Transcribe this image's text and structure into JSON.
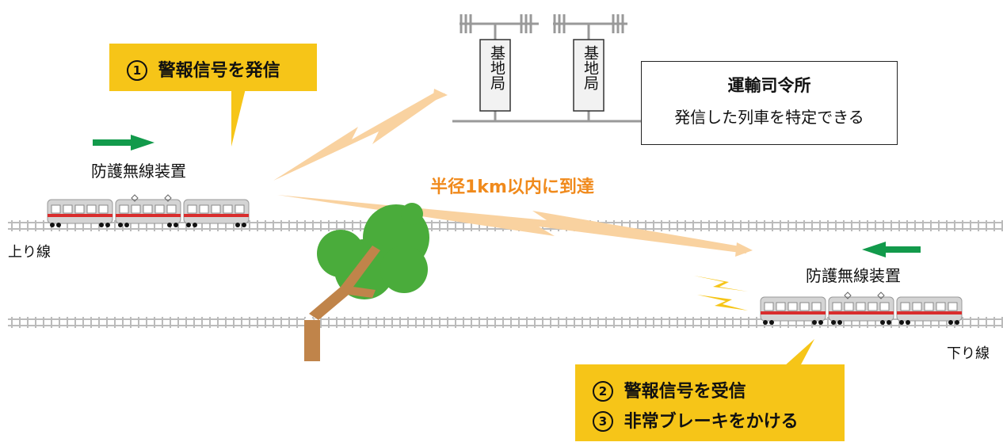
{
  "callouts": {
    "send": {
      "number": "①",
      "text": "警報信号を発信"
    },
    "receive": {
      "number": "②",
      "text": "警報信号を受信"
    },
    "brake": {
      "number": "③",
      "text": "非常ブレーキをかける"
    }
  },
  "devices": {
    "left_label": "防護無線装置",
    "right_label": "防護無線装置"
  },
  "tracks": {
    "up_label": "上り線",
    "down_label": "下り線"
  },
  "base_stations": [
    {
      "label": "基地局"
    },
    {
      "label": "基地局"
    }
  ],
  "headquarters": {
    "title": "運輸司令所",
    "description": "発信した列車を特定できる"
  },
  "signal_range": "半径1km以内に到達",
  "colors": {
    "callout_bg": "#f6c518",
    "arrow_green": "#129a4b",
    "signal_beam": "#f9d2a0",
    "range_text": "#f08a1c",
    "train_body": "#d4d4d4",
    "train_stripe": "#d92d2d",
    "tree_green": "#4aac3b",
    "trunk_brown": "#c0844a",
    "lightning": "#f6c518"
  },
  "icons": [
    "green-arrow-right-icon",
    "green-arrow-left-icon",
    "antenna-icon",
    "lightning-icon",
    "fallen-tree-icon",
    "train-icon"
  ]
}
